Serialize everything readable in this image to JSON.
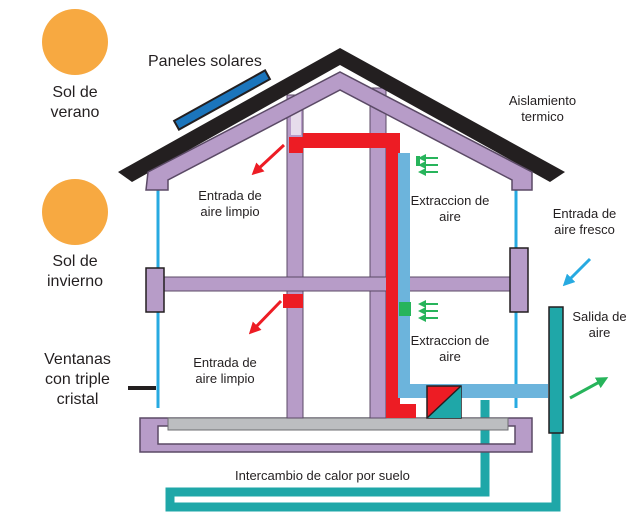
{
  "colors": {
    "sun": "#f7a941",
    "roof": "#231f20",
    "structure": "#b79cc8",
    "structure_stroke": "#5b4a66",
    "hot_duct": "#ed1c24",
    "cold_duct": "#6cb4dc",
    "ground_loop": "#1fa7a8",
    "solar_panel": "#1b75bc",
    "window": "#27aae1",
    "green_arrow": "#27b45b",
    "floor": "#bcbec0"
  },
  "icons": [
    "sun-icon",
    "solar-panel-icon",
    "heat-exchanger-icon",
    "arrow-icon"
  ],
  "labels": {
    "summer_sun": "Sol de\nverano",
    "winter_sun": "Sol de\ninvierno",
    "solar_panels": "Paneles solares",
    "insulation": "Aislamiento\ntermico",
    "windows": "Ventanas\ncon triple\ncristal",
    "clean_air_in_upper": "Entrada de\naire limpio",
    "clean_air_in_lower": "Entrada de\naire limpio",
    "air_extraction_upper": "Extraccion de\naire",
    "air_extraction_lower": "Extraccion de\naire",
    "fresh_air_in": "Entrada de\naire fresco",
    "air_out": "Salida de\naire",
    "floor_heat_exchange": "Intercambio de calor por suelo"
  }
}
